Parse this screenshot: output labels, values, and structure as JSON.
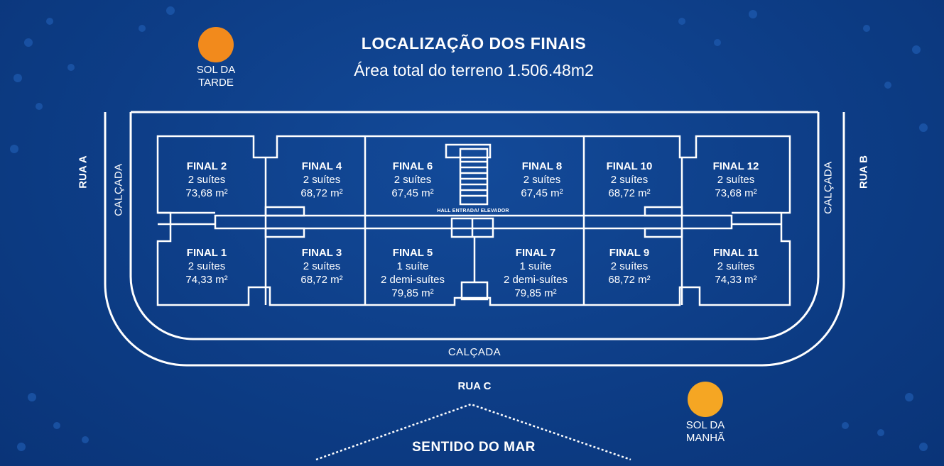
{
  "header": {
    "title": "LOCALIZAÇÃO DOS FINAIS",
    "subtitle": "Área total do terreno 1.506.48m2"
  },
  "sun": {
    "afternoon": {
      "line1": "SOL DA",
      "line2": "TARDE",
      "color": "#f28a1c"
    },
    "morning": {
      "line1": "SOL DA",
      "line2": "MANHÃ",
      "color": "#f5a623"
    }
  },
  "streets": {
    "a": "RUA A",
    "b": "RUA B",
    "c": "RUA C"
  },
  "sidewalk": {
    "left": "CALÇADA",
    "right": "CALÇADA",
    "bottom": "CALÇADA"
  },
  "hall": "HALL ENTRADA/ ELEVADOR",
  "sea": "SENTIDO DO MAR",
  "units_top": [
    {
      "name": "FINAL 2",
      "line1": "2 suítes",
      "line2": "73,68 m²"
    },
    {
      "name": "FINAL 4",
      "line1": "2 suítes",
      "line2": "68,72 m²"
    },
    {
      "name": "FINAL 6",
      "line1": "2 suítes",
      "line2": "67,45 m²"
    },
    {
      "name": "FINAL 8",
      "line1": "2 suítes",
      "line2": "67,45 m²"
    },
    {
      "name": "FINAL 10",
      "line1": "2 suítes",
      "line2": "68,72 m²"
    },
    {
      "name": "FINAL 12",
      "line1": "2 suítes",
      "line2": "73,68 m²"
    }
  ],
  "units_bottom": [
    {
      "name": "FINAL 1",
      "line1": "2 suítes",
      "line2": "74,33 m²"
    },
    {
      "name": "FINAL 3",
      "line1": "2 suítes",
      "line2": "68,72 m²"
    },
    {
      "name": "FINAL 5",
      "line1": "1 suíte",
      "line2": "2 demi-suítes",
      "line3": "79,85 m²"
    },
    {
      "name": "FINAL 7",
      "line1": "1 suíte",
      "line2": "2 demi-suítes",
      "line3": "79,85 m²"
    },
    {
      "name": "FINAL 9",
      "line1": "2 suítes",
      "line2": "68,72 m²"
    },
    {
      "name": "FINAL 11",
      "line1": "2 suítes",
      "line2": "74,33 m²"
    }
  ]
}
